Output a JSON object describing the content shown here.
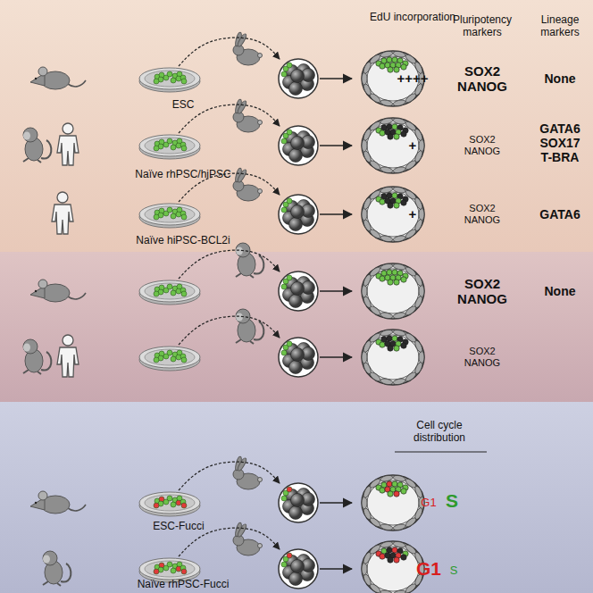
{
  "diagram": {
    "nodes": [
      {
        "text": [
          "EdU incorporation",
          "Pluripotency markers",
          "Lineage markers",
          "ESC",
          "++++",
          "SOX2 NANOG",
          "None",
          "Naïve rhPSC/hiPSC",
          "+",
          "SOX2 NANOG",
          "GATA6 SOX17 T-BRA",
          "Naïve hiPSC-BCL2i",
          "+",
          "SOX2 NANOG",
          "GATA6"
        ]
      },
      {
        "text": [
          "SOX2 NANOG",
          "None",
          "SOX2 NANOG"
        ]
      },
      {
        "text": [
          "Cell cycle distribution",
          "G1",
          "S",
          "ESC-Fucci",
          "G1",
          "S",
          "Naïve rhPSC-Fucci"
        ]
      }
    ]
  }
}
